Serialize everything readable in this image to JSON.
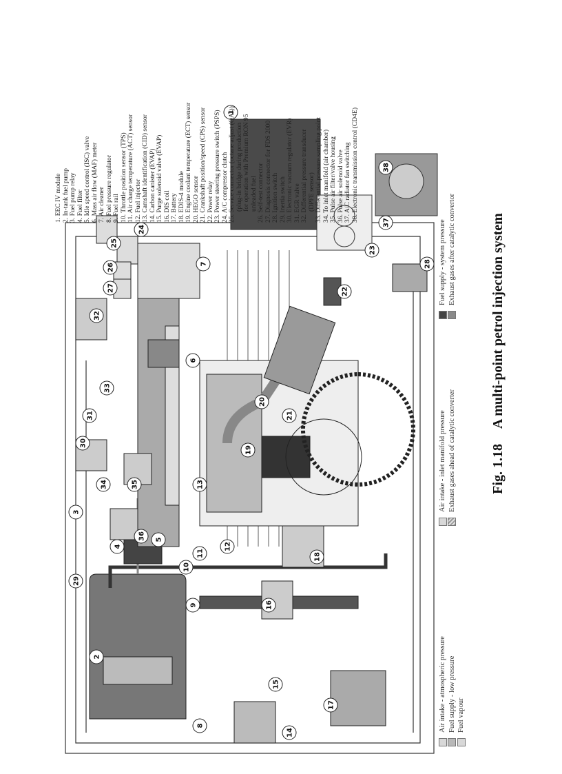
{
  "caption": {
    "figure": "Fig. 1.18",
    "title": "A multi-point petrol injection system"
  },
  "legend": [
    {
      "label": "Air intake - atmospheric pressure",
      "swatch": "light"
    },
    {
      "label": "Fuel supply - low pressure",
      "swatch": "mid"
    },
    {
      "label": "Fuel vapour",
      "swatch": "light"
    },
    {
      "label": "Air intake - inlet manifold pressure",
      "swatch": "light"
    },
    {
      "label": "Exhaust gases ahead of catalytic converter",
      "swatch": "hatch"
    },
    {
      "label": "Fuel supply - system pressure",
      "swatch": "dark"
    },
    {
      "label": "Exhaust gases after catalytic convertor",
      "swatch": "dgrey"
    }
  ],
  "parts": [
    "1.  EEC IV module",
    "2.  In-tank fuel pump",
    "3.  Fuel pump relay",
    "4.  Fuel filter",
    "5.  Idle speed control (ISC) valve",
    "6.  Mass air flow (MAF) meter",
    "7.  Air cleaner",
    "8.  Fuel pressure regulator",
    "9.  Fuel rail",
    "10. Throttle position sensor (TPS)",
    "11. Air charge temperature (ACT) sensor",
    "12. Fuel injector",
    "13. Camshaft identification (CID) sensor",
    "14. Carbon canister (EVAP)",
    "15. Purge solenoid valve (EVAP)",
    "16. DIS coil",
    "17. Battery",
    "18. EDIS-4 module",
    "19. Engine coolant temperature (ECT) sensor",
    "20. HEGO sensor",
    "21. Crankshaft position/speed (CPS) sensor",
    "22. Power relay",
    "23. Power steering pressure switch (PSPS)",
    "24. A/C compressor clutch",
    "25. Service connector (octane adjust (OAJ))",
    "(plug-in bridge during production",
    "for operation with Premium RON 95",
    "unleaded fuel",
    "26. Self-test connector",
    "27. Diagnosis connector for FDS 2000",
    "28. Ignition switch",
    "29. Inertia switch",
    "30. Electronic vacuum regulator (EVR)",
    "31. EGR valve",
    "32. Differential pressure transducer",
    "(DPFE sensor)",
    "33. Differential pressure sampling point",
    "34. To inlet manifold (air chamber)",
    "35. Pulse air filter/valve housing",
    "36. Pulse air solenoid valve",
    "37. A/C radiator fan switching",
    "38. Electronic transmission control (CD4E)"
  ],
  "callouts": [
    "1",
    "2",
    "3",
    "4",
    "5",
    "6",
    "7",
    "8",
    "9",
    "10",
    "11",
    "12",
    "13",
    "14",
    "15",
    "16",
    "17",
    "18",
    "19",
    "20",
    "21",
    "22",
    "23",
    "24",
    "25",
    "26",
    "27",
    "28",
    "29",
    "30",
    "31",
    "32",
    "33",
    "34",
    "35",
    "36",
    "37",
    "38"
  ],
  "colors": {
    "line": "#333333",
    "dark_fill": "#3a3a3a",
    "mid_fill": "#9a9a9a",
    "light_fill": "#d9d9d9"
  }
}
